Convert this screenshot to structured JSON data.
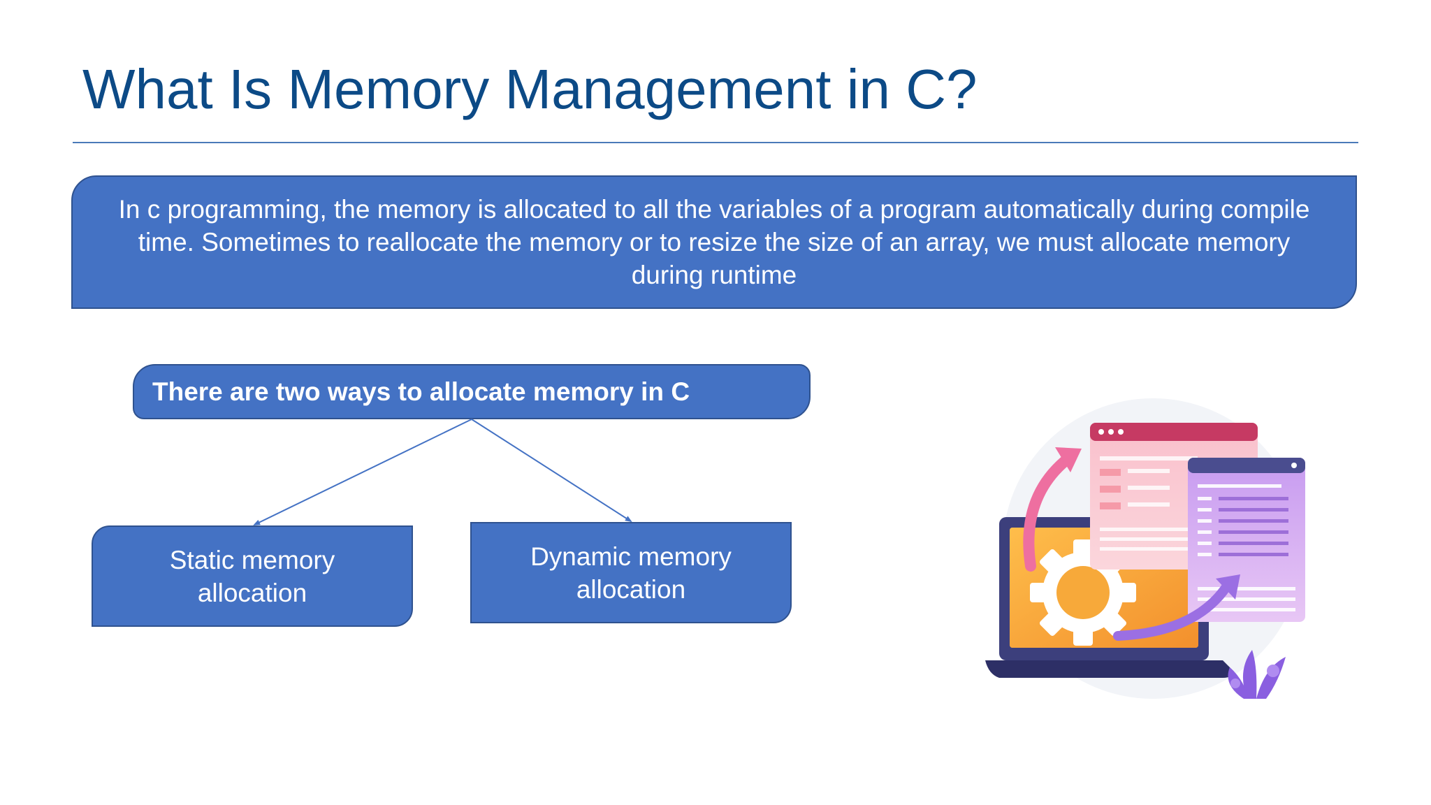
{
  "slide": {
    "title": "What Is Memory Management in C?",
    "intro_line_1": "In c programming, the memory is allocated to all the variables of a program automatically during compile",
    "intro_line_2": "time. Sometimes to reallocate the memory or to resize the size of an array, we must allocate memory",
    "intro_line_3": "during runtime",
    "ways_heading": "There are two ways to allocate memory in C",
    "static_line_1": "Static memory",
    "static_line_2": "allocation",
    "dynamic_line_1": "Dynamic memory",
    "dynamic_line_2": "allocation"
  },
  "colors": {
    "title": "#0c4a86",
    "box_fill": "#4472c4",
    "box_border": "#2f528f",
    "rule": "#4a7ab8"
  },
  "icons": {
    "illustration": "laptop-gear-windows-illustration"
  }
}
